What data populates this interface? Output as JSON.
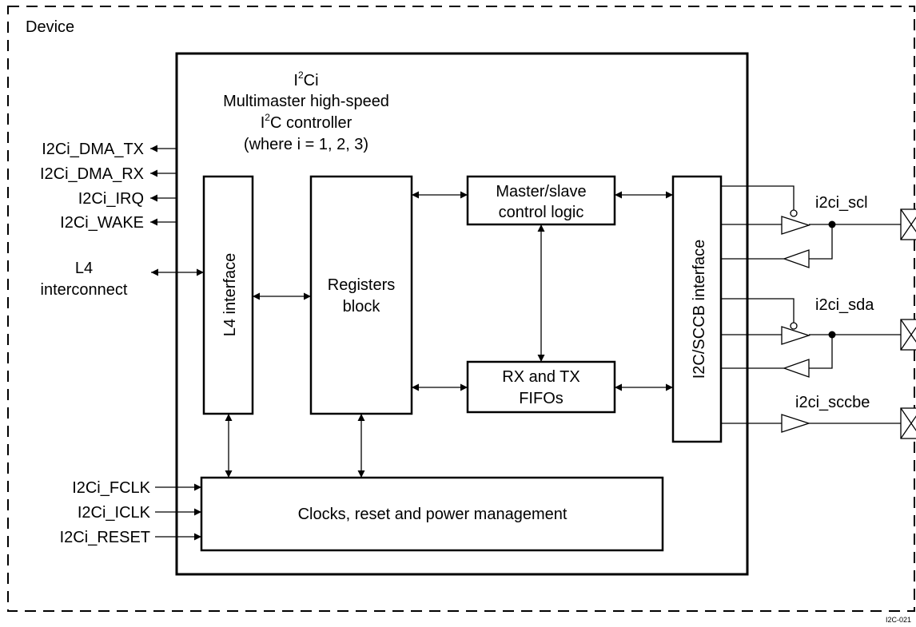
{
  "device": {
    "label": "Device"
  },
  "controller": {
    "title": "I",
    "title_sup": "2",
    "title_suffix": "Ci",
    "subtitle1": "Multimaster high-speed",
    "subtitle2_prefix": "I",
    "subtitle2_sup": "2",
    "subtitle2_suffix": "C controller",
    "subtitle3": "(where i = 1, 2, 3)"
  },
  "signals_left_top": [
    "I2Ci_DMA_TX",
    "I2Ci_DMA_RX",
    "I2Ci_IRQ",
    "I2Ci_WAKE"
  ],
  "l4_interconnect": [
    "L4",
    "interconnect"
  ],
  "signals_left_bottom": [
    "I2Ci_FCLK",
    "I2Ci_ICLK",
    "I2Ci_RESET"
  ],
  "blocks": {
    "l4_interface": "L4 interface",
    "registers": [
      "Registers",
      "block"
    ],
    "master_slave": [
      "Master/slave",
      "control logic"
    ],
    "rx_tx": [
      "RX and TX",
      "FIFOs"
    ],
    "i2c_sccb": "I2C/SCCB interface",
    "clocks": "Clocks, reset and power management"
  },
  "pins": [
    "i2ci_scl",
    "i2ci_sda",
    "i2ci_sccbe"
  ],
  "figure_id": "I2C-021"
}
